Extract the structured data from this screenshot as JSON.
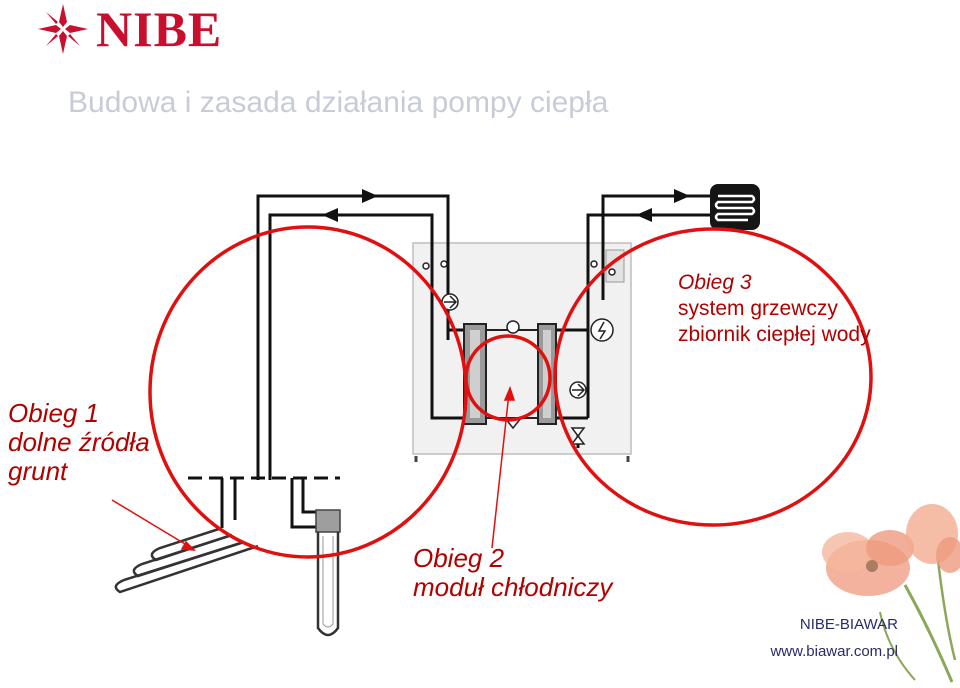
{
  "logo": {
    "brand": "NIBE"
  },
  "title": "Budowa i zasada działania pompy ciepła",
  "circuits": [
    {
      "heading": "Obieg 1",
      "lines": [
        "dolne źródła",
        "grunt"
      ]
    },
    {
      "heading": "Obieg 2",
      "lines": [
        "moduł chłodniczy"
      ]
    },
    {
      "heading": "Obieg 3",
      "lines": [
        "system grzewczy",
        "zbiornik ciepłej wody"
      ]
    }
  ],
  "footer": {
    "company": "NIBE-BIAWAR",
    "website": "www.biawar.com.pl"
  },
  "colors": {
    "accent": "#c8102e",
    "circle": "#e01010",
    "label": "#b00000",
    "title": "#c8ccd8"
  }
}
